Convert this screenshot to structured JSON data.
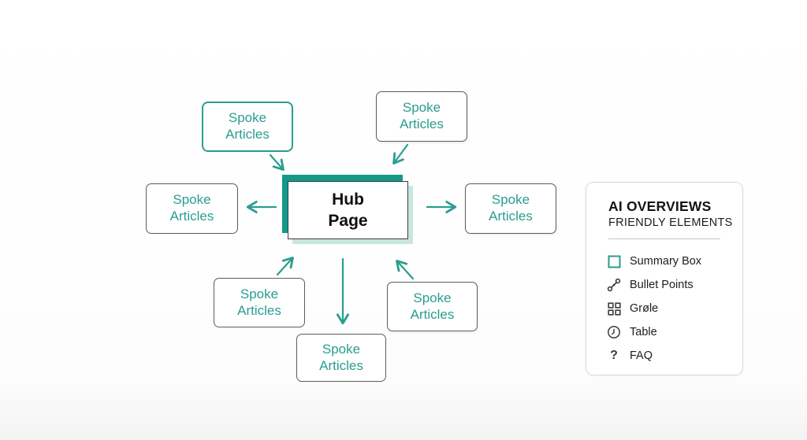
{
  "diagram": {
    "hub": {
      "label": "Hub\nPage"
    },
    "spokes": [
      {
        "id": "top-left",
        "label": "Spoke\nArticles"
      },
      {
        "id": "top-center",
        "label": "Spoke\nArticles"
      },
      {
        "id": "left",
        "label": "Spoke\nArticles"
      },
      {
        "id": "right",
        "label": "Spoke\nArticles"
      },
      {
        "id": "bottom-left",
        "label": "Spoke\nArticles"
      },
      {
        "id": "bottom-center",
        "label": "Spoke\nArticles"
      },
      {
        "id": "bottom-right",
        "label": "Spoke\nArticles"
      }
    ]
  },
  "panel": {
    "title": "AI OVERVIEWS",
    "subtitle": "FRIENDLY ELEMENTS",
    "items": [
      {
        "icon": "summary-box-icon",
        "label": "Summary Box"
      },
      {
        "icon": "bullet-points-icon",
        "label": "Bullet Points"
      },
      {
        "icon": "grid-icon",
        "label": "Grøle"
      },
      {
        "icon": "table-icon",
        "label": "Table"
      },
      {
        "icon": "question-mark-icon",
        "label": "FAQ"
      }
    ]
  },
  "colors": {
    "teal": "#2a9d8f",
    "teal_dark": "#12998a",
    "teal_light": "#c8e6e0",
    "box_border_gray": "#5c5c5c",
    "icon_gray": "#3b3b3b"
  }
}
